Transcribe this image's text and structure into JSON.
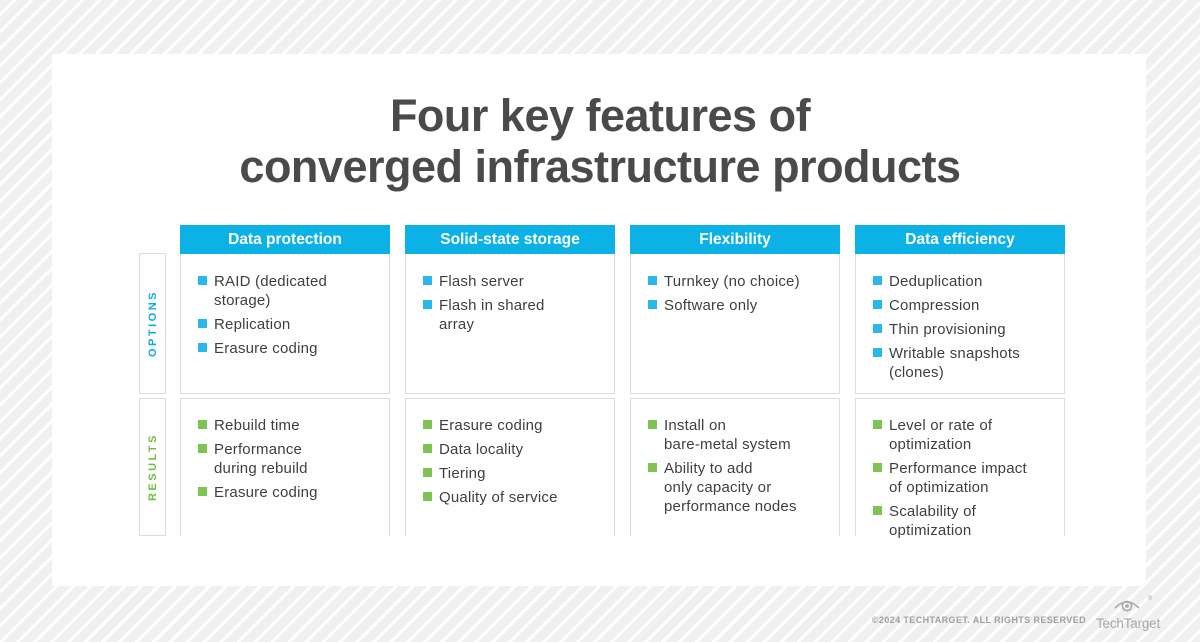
{
  "title": {
    "text": "Four key features of\nconverged infrastructure products"
  },
  "row_labels": {
    "options": "OPTIONS",
    "results": "RESULTS"
  },
  "columns": [
    {
      "header": "Data protection",
      "options": [
        "RAID (dedicated\nstorage)",
        "Replication",
        "Erasure coding"
      ],
      "results": [
        "Rebuild time",
        "Performance\nduring rebuild",
        "Erasure coding"
      ]
    },
    {
      "header": "Solid-state storage",
      "options": [
        "Flash server",
        "Flash in shared\narray"
      ],
      "results": [
        "Erasure coding",
        "Data locality",
        "Tiering",
        "Quality of service"
      ]
    },
    {
      "header": "Flexibility",
      "options": [
        "Turnkey (no choice)",
        "Software only"
      ],
      "results": [
        "Install on\nbare-metal system",
        "Ability to add\nonly capacity or\nperformance nodes"
      ]
    },
    {
      "header": "Data efficiency",
      "options": [
        "Deduplication",
        "Compression",
        "Thin provisioning",
        "Writable snapshots\n(clones)"
      ],
      "results": [
        "Level or rate of\noptimization",
        "Performance impact\nof optimization",
        "Scalability of\noptimization"
      ]
    }
  ],
  "footer": {
    "copyright": "©2024 TECHTARGET. ALL RIGHTS RESERVED",
    "logo_text": "TechTarget",
    "registered": "®"
  },
  "colors": {
    "accent_cyan": "#0cb2e6",
    "bullet_cyan": "#2bb7e9",
    "accent_green": "#7fc355",
    "results_label_green": "#72bd44",
    "title_gray": "#4a4a4c",
    "body_gray": "#3f3f41",
    "border_gray": "#dcdcdc",
    "footer_gray": "#a0a0a0"
  }
}
